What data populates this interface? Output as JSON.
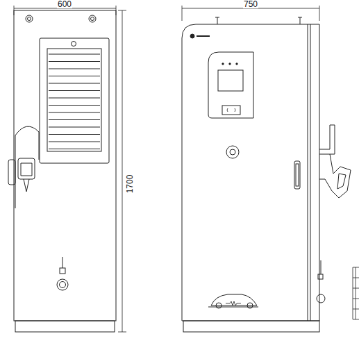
{
  "diagram": {
    "labels": [
      "600",
      "750",
      "1700"
    ]
  }
}
